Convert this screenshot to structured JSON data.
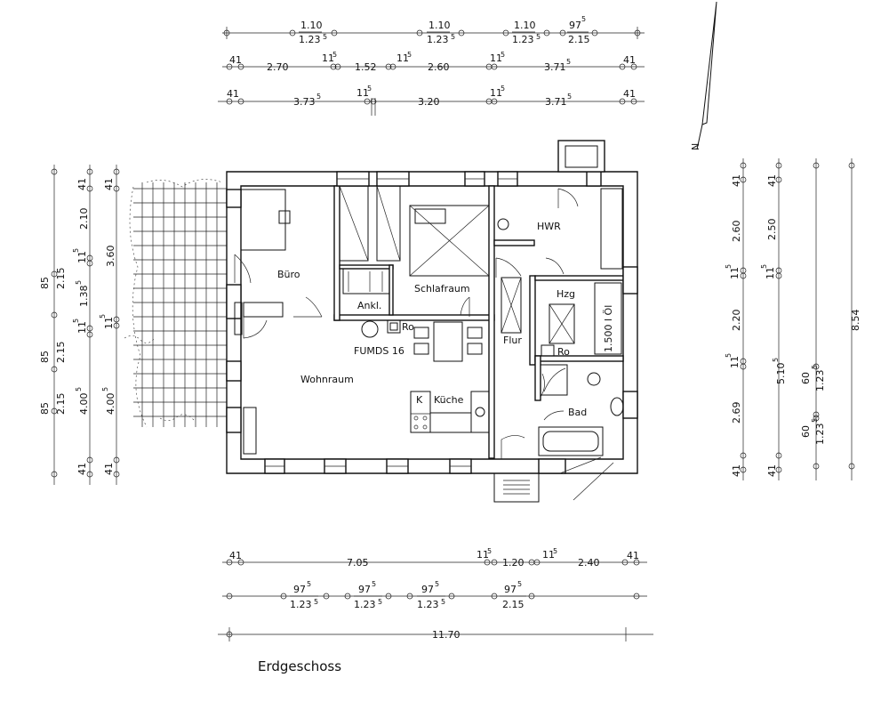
{
  "title": "Erdgeschoss",
  "north": "N",
  "rooms": {
    "buero": "Büro",
    "schlafraum": "Schlafraum",
    "ankl": "Ankl.",
    "ro": "Ro",
    "fumds": "FUMDS 16",
    "wohnraum": "Wohnraum",
    "kueche": "Küche",
    "k": "K",
    "flur": "Flur",
    "hwr": "HWR",
    "hzg": "Hzg",
    "tank": "1.500 l Öl",
    "ro2": "Ro",
    "bad": "Bad"
  },
  "top_dims": {
    "row1": [
      {
        "a": "1.10",
        "b": "1.23",
        "bs": "5"
      },
      {
        "a": "1.10",
        "b": "1.23",
        "bs": "5"
      },
      {
        "a": "1.10",
        "b": "1.23",
        "bs": "5"
      },
      {
        "a": "97",
        "as": "5",
        "b": "2.15"
      }
    ],
    "row2": [
      "41",
      "2.70",
      "11",
      "5",
      "1.52",
      "11",
      "5",
      "2.60",
      "11",
      "5",
      "3.71",
      "5",
      "41"
    ],
    "row3": [
      "41",
      "3.73",
      "5",
      "11",
      "5",
      "3.20",
      "11",
      "5",
      "3.71",
      "5",
      "41"
    ]
  },
  "bottom_dims": {
    "row1": [
      "41",
      "7.05",
      "11",
      "5",
      "1.20",
      "11",
      "5",
      "2.40",
      "41"
    ],
    "row2": [
      {
        "a": "97",
        "as": "5",
        "b": "1.23",
        "bs": "5"
      },
      {
        "a": "97",
        "as": "5",
        "b": "1.23",
        "bs": "5"
      },
      {
        "a": "97",
        "as": "5",
        "b": "1.23",
        "bs": "5"
      },
      {
        "a": "97",
        "as": "5",
        "b": "2.15"
      }
    ],
    "total": "11.70"
  },
  "left_dims": {
    "col1": [
      "85",
      "2.15",
      "85",
      "2.15",
      "85",
      "2.15"
    ],
    "col2": [
      "41",
      "2.10",
      "11",
      "5",
      "1.38",
      "5",
      "11",
      "5",
      "4.00",
      "5",
      "41"
    ],
    "col3": [
      "41",
      "3.60",
      "11",
      "5",
      "4.00",
      "5",
      "41"
    ]
  },
  "right_dims": {
    "col1": [
      "41",
      "2.60",
      "11",
      "5",
      "2.20",
      "11",
      "5",
      "2.69",
      "41"
    ],
    "col2": [
      "41",
      "2.50",
      "11",
      "5",
      "5.10",
      "5",
      "41"
    ],
    "col3": [
      "60",
      "1.23",
      "5",
      "60",
      "1.23",
      "5"
    ],
    "total": "8.54"
  }
}
